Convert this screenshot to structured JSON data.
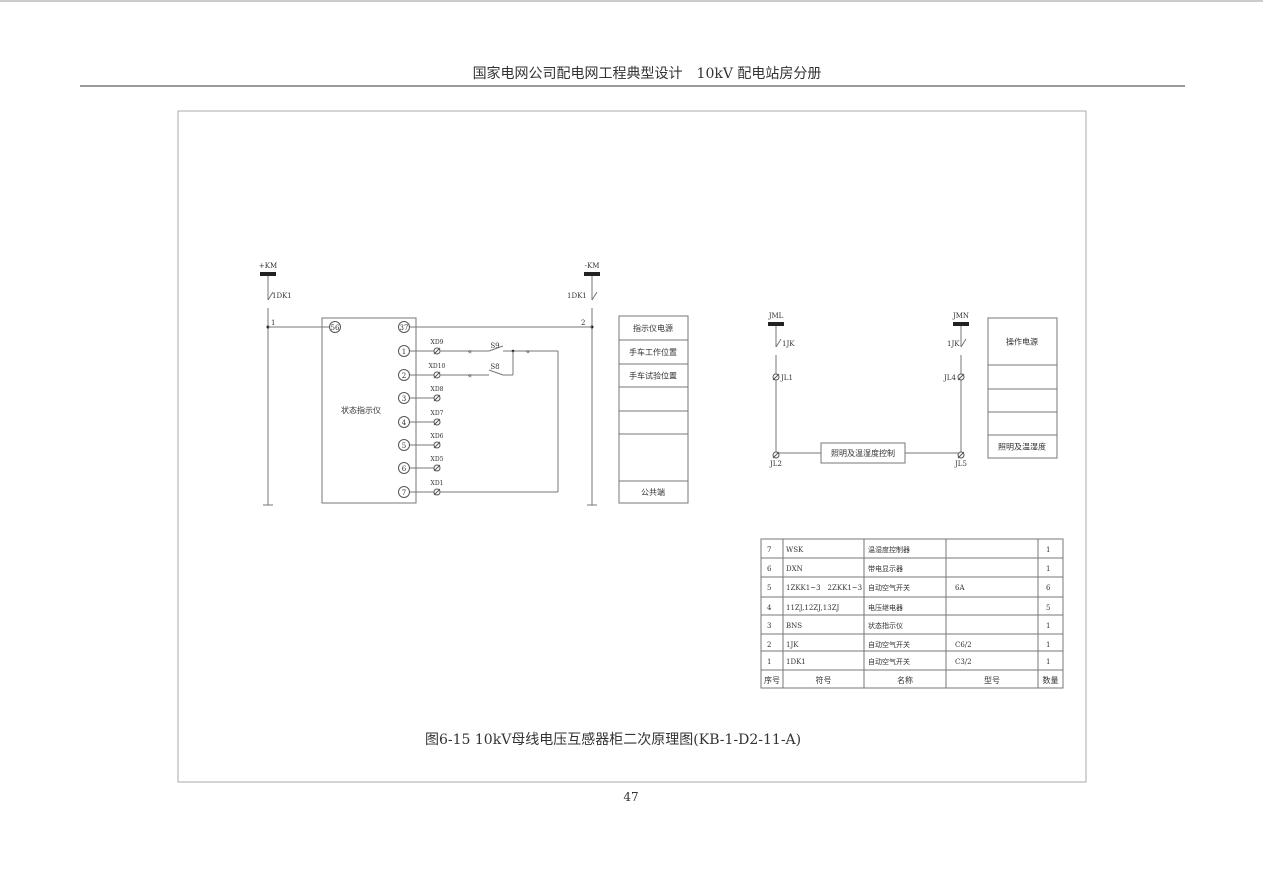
{
  "header": {
    "title": "国家电网公司配电网工程典型设计　10kV 配电站房分册"
  },
  "caption": "图6-15 10kV母线电压互感器柜二次原理图(KB-1-D2-11-A)",
  "page_number": "47",
  "left_diagram": {
    "bus_pos": "+KM",
    "bus_neg": "-KM",
    "switch_left": "1DK1",
    "switch_right": "1DK1",
    "node_left": "1",
    "node_right": "2",
    "device_label": "状态指示仪",
    "top_terminals": [
      "56",
      "37"
    ],
    "terminals": [
      "1",
      "2",
      "3",
      "4",
      "5",
      "6",
      "7"
    ],
    "xd_labels": [
      "XD9",
      "XD10",
      "XD8",
      "XD7",
      "XD6",
      "XD5",
      "XD1"
    ],
    "switches": [
      "S9",
      "S8"
    ],
    "legend": [
      "指示仪电源",
      "手车工作位置",
      "手车试验位置",
      "",
      "",
      "",
      "公共端"
    ]
  },
  "right_diagram": {
    "bus_left": "JML",
    "bus_right": "JMN",
    "switch_left": "1JK",
    "switch_right": "1JK",
    "terminals": [
      "JL1",
      "JL4",
      "JL2",
      "JL5"
    ],
    "controller": "照明及温湿度控制",
    "legend": [
      "操作电源",
      "",
      "",
      "",
      "照明及温湿度"
    ]
  },
  "parts_table": {
    "headers": [
      "序号",
      "符号",
      "名称",
      "型号",
      "数量"
    ],
    "rows": [
      [
        "7",
        "WSK",
        "温湿度控制器",
        "",
        "1"
      ],
      [
        "6",
        "DXN",
        "带电显示器",
        "",
        "1"
      ],
      [
        "5",
        "1ZKK1~3　2ZKK1~3",
        "自动空气开关",
        "6A",
        "6"
      ],
      [
        "4",
        "11ZJ,12ZJ,13ZJ",
        "电压继电器",
        "",
        "5"
      ],
      [
        "3",
        "BNS",
        "状态指示仪",
        "",
        "1"
      ],
      [
        "2",
        "1JK",
        "自动空气开关",
        "C6/2",
        "1"
      ],
      [
        "1",
        "1DK1",
        "自动空气开关",
        "C3/2",
        "1"
      ]
    ]
  }
}
